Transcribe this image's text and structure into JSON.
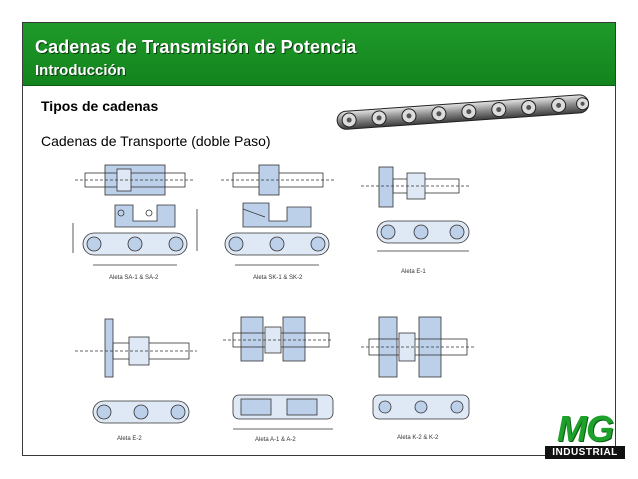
{
  "header": {
    "title": "Cadenas de Transmisión de Potencia",
    "subtitle": "Introducción"
  },
  "content": {
    "heading_types": "Tipos de cadenas",
    "heading_transport": "Cadenas de Transporte (doble Paso)"
  },
  "figures": {
    "cap1": "Aleta SA-1 & SA-2",
    "cap2": "Aleta SK-1 & SK-2",
    "cap3": "Aleta E-1",
    "cap4": "Aleta E-2",
    "cap5": "Aleta A-1 & A-2",
    "cap6": "Aleta K-2 & K-2"
  },
  "logo": {
    "brand": "MG",
    "tagline": "INDUSTRIAL",
    "brand_color": "#1da12b"
  },
  "colors": {
    "header_green": "#13841d",
    "plate_fill": "#bcd0ea"
  }
}
